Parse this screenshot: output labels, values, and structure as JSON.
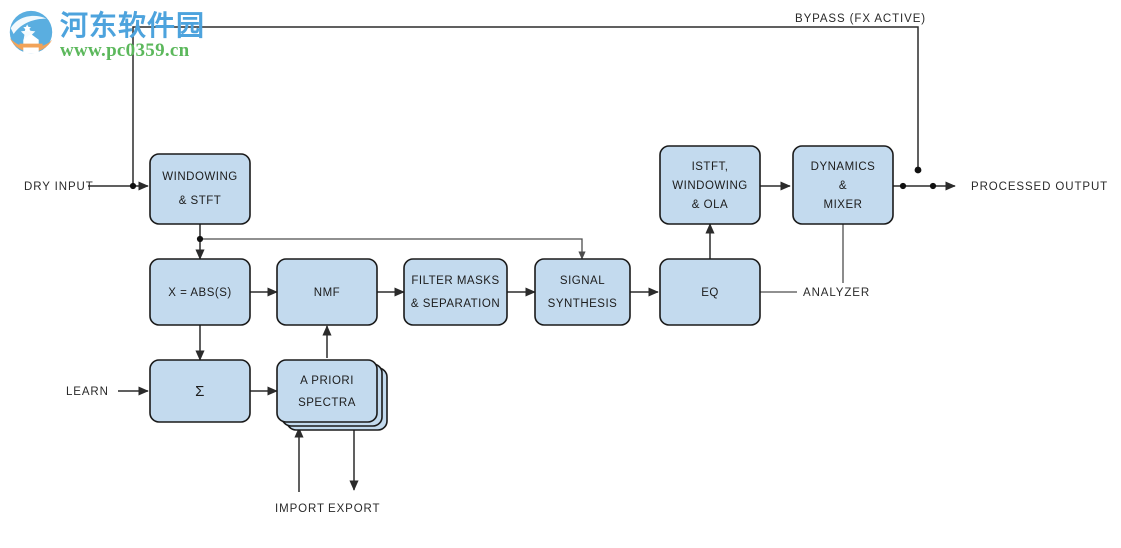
{
  "watermark": {
    "site_name": "河东软件园",
    "url": "www.pc0359.cn",
    "logo_icon": "hedong-circle-logo-icon",
    "brand_blue": "#4da3dd",
    "brand_orange": "#f0a050",
    "url_color": "#5cb85c"
  },
  "diagram": {
    "title": "Audio FX signal-flow block diagram",
    "box_fill": "#c3daee",
    "box_stroke": "#1a1a1a",
    "wire_color": "#2b2b2b",
    "nodes": [
      {
        "id": "windowing_stft",
        "lines": [
          "WINDOWING",
          "& STFT"
        ]
      },
      {
        "id": "abs",
        "lines": [
          "X = ABS(S)"
        ]
      },
      {
        "id": "nmf",
        "lines": [
          "NMF"
        ]
      },
      {
        "id": "filter_masks",
        "lines": [
          "FILTER MASKS",
          "& SEPARATION"
        ]
      },
      {
        "id": "signal_synth",
        "lines": [
          "SIGNAL",
          "SYNTHESIS"
        ]
      },
      {
        "id": "eq",
        "lines": [
          "EQ"
        ]
      },
      {
        "id": "istft",
        "lines": [
          "ISTFT,",
          "WINDOWING",
          "& OLA"
        ]
      },
      {
        "id": "dynamics_mixer",
        "lines": [
          "DYNAMICS",
          "&",
          "MIXER"
        ]
      },
      {
        "id": "sum",
        "lines": [
          "Σ"
        ]
      },
      {
        "id": "a_priori",
        "lines": [
          "A PRIORI",
          "SPECTRA"
        ]
      }
    ],
    "edge_labels": [
      {
        "id": "dry_input",
        "text": "DRY INPUT"
      },
      {
        "id": "bypass",
        "text": "BYPASS (FX ACTIVE)"
      },
      {
        "id": "processed_output",
        "text": "PROCESSED OUTPUT"
      },
      {
        "id": "learn",
        "text": "LEARN"
      },
      {
        "id": "analyzer",
        "text": "ANALYZER"
      },
      {
        "id": "import",
        "text": "IMPORT"
      },
      {
        "id": "export",
        "text": "EXPORT"
      }
    ]
  }
}
